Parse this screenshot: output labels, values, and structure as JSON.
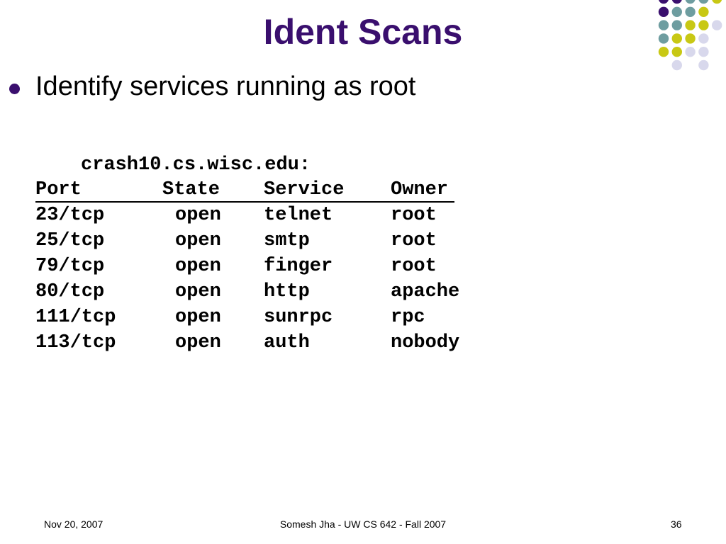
{
  "slide": {
    "title": "Ident Scans",
    "bullet": "Identify services running as root",
    "host_label": "crash10.cs.wisc.edu:",
    "table": {
      "headers": [
        "Port",
        "State",
        "Service",
        "Owner"
      ],
      "rows": [
        [
          "23/tcp",
          "open",
          "telnet",
          "root"
        ],
        [
          "25/tcp",
          "open",
          "smtp",
          "root"
        ],
        [
          "79/tcp",
          "open",
          "finger",
          "root"
        ],
        [
          "80/tcp",
          "open",
          "http",
          "apache"
        ],
        [
          "111/tcp",
          "open",
          "sunrpc",
          "rpc"
        ],
        [
          "113/tcp",
          "open",
          "auth",
          "nobody"
        ]
      ]
    }
  },
  "footer": {
    "date": "Nov 20, 2007",
    "author": "Somesh Jha - UW CS 642 - Fall 2007",
    "page_number": "36"
  },
  "theme": {
    "title_color": "#3a0f6e",
    "dot_colors": {
      "purple": "#3a0f6e",
      "teal": "#6e9da0",
      "yellow": "#c8c814",
      "lavender": "#d8d8ec"
    }
  },
  "decoration": {
    "dot_grid": [
      [
        "purple",
        "purple",
        "teal",
        "teal",
        "yellow"
      ],
      [
        "purple",
        "teal",
        "teal",
        "yellow",
        ""
      ],
      [
        "teal",
        "teal",
        "yellow",
        "yellow",
        "lavender"
      ],
      [
        "teal",
        "yellow",
        "yellow",
        "lavender",
        ""
      ],
      [
        "yellow",
        "yellow",
        "lavender",
        "lavender",
        ""
      ],
      [
        "",
        "lavender",
        "",
        "lavender",
        ""
      ]
    ]
  }
}
